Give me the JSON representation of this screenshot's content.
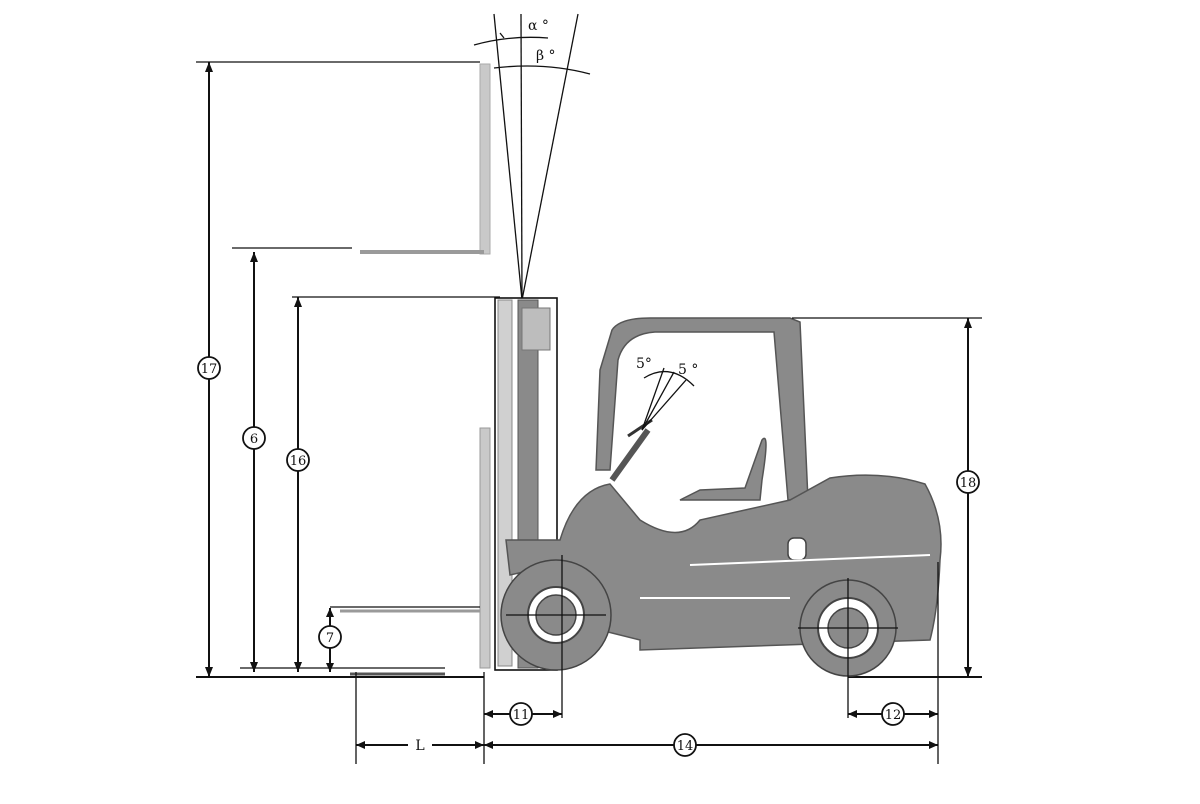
{
  "diagram": {
    "angle_labels": {
      "alpha": "α °",
      "beta": "β °",
      "steer_left": "5°",
      "steer_right": "5 °"
    },
    "dimension_markers": {
      "d17": "17",
      "d6": "6",
      "d16": "16",
      "d7": "7",
      "d18": "18",
      "d11": "11",
      "d12": "12",
      "d14": "14",
      "dL": "L"
    }
  }
}
